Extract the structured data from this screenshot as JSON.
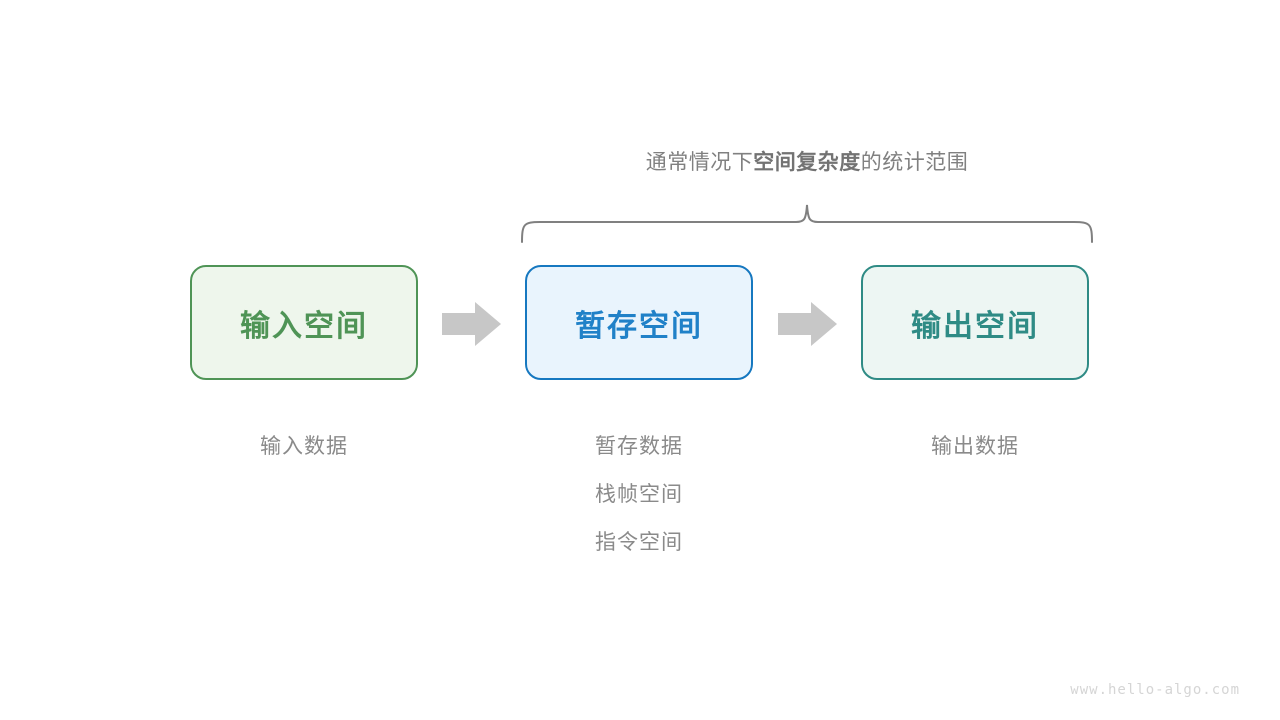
{
  "diagram": {
    "brace_caption": {
      "prefix": "通常情况下",
      "emphasis": "空间复杂度",
      "suffix": "的统计范围"
    },
    "boxes": [
      {
        "id": "input",
        "label": "输入空间",
        "border_color": "#4f9456",
        "fill_color": "#eef6ec",
        "text_color": "#4f9456"
      },
      {
        "id": "temp",
        "label": "暂存空间",
        "border_color": "#1678c0",
        "fill_color": "#e9f4fd",
        "text_color": "#2081c8"
      },
      {
        "id": "output",
        "label": "输出空间",
        "border_color": "#2f8b85",
        "fill_color": "#edf6f3",
        "text_color": "#2f8b85"
      }
    ],
    "arrows": [
      {
        "id": "arrow-1",
        "direction": "right",
        "color": "#c7c7c7"
      },
      {
        "id": "arrow-2",
        "direction": "right",
        "color": "#c7c7c7"
      }
    ],
    "captions": {
      "input": [
        "输入数据"
      ],
      "temp": [
        "暂存数据",
        "栈帧空间",
        "指令空间"
      ],
      "output": [
        "输出数据"
      ]
    },
    "brace": {
      "color": "#808080"
    },
    "watermark": "www.hello-algo.com"
  }
}
